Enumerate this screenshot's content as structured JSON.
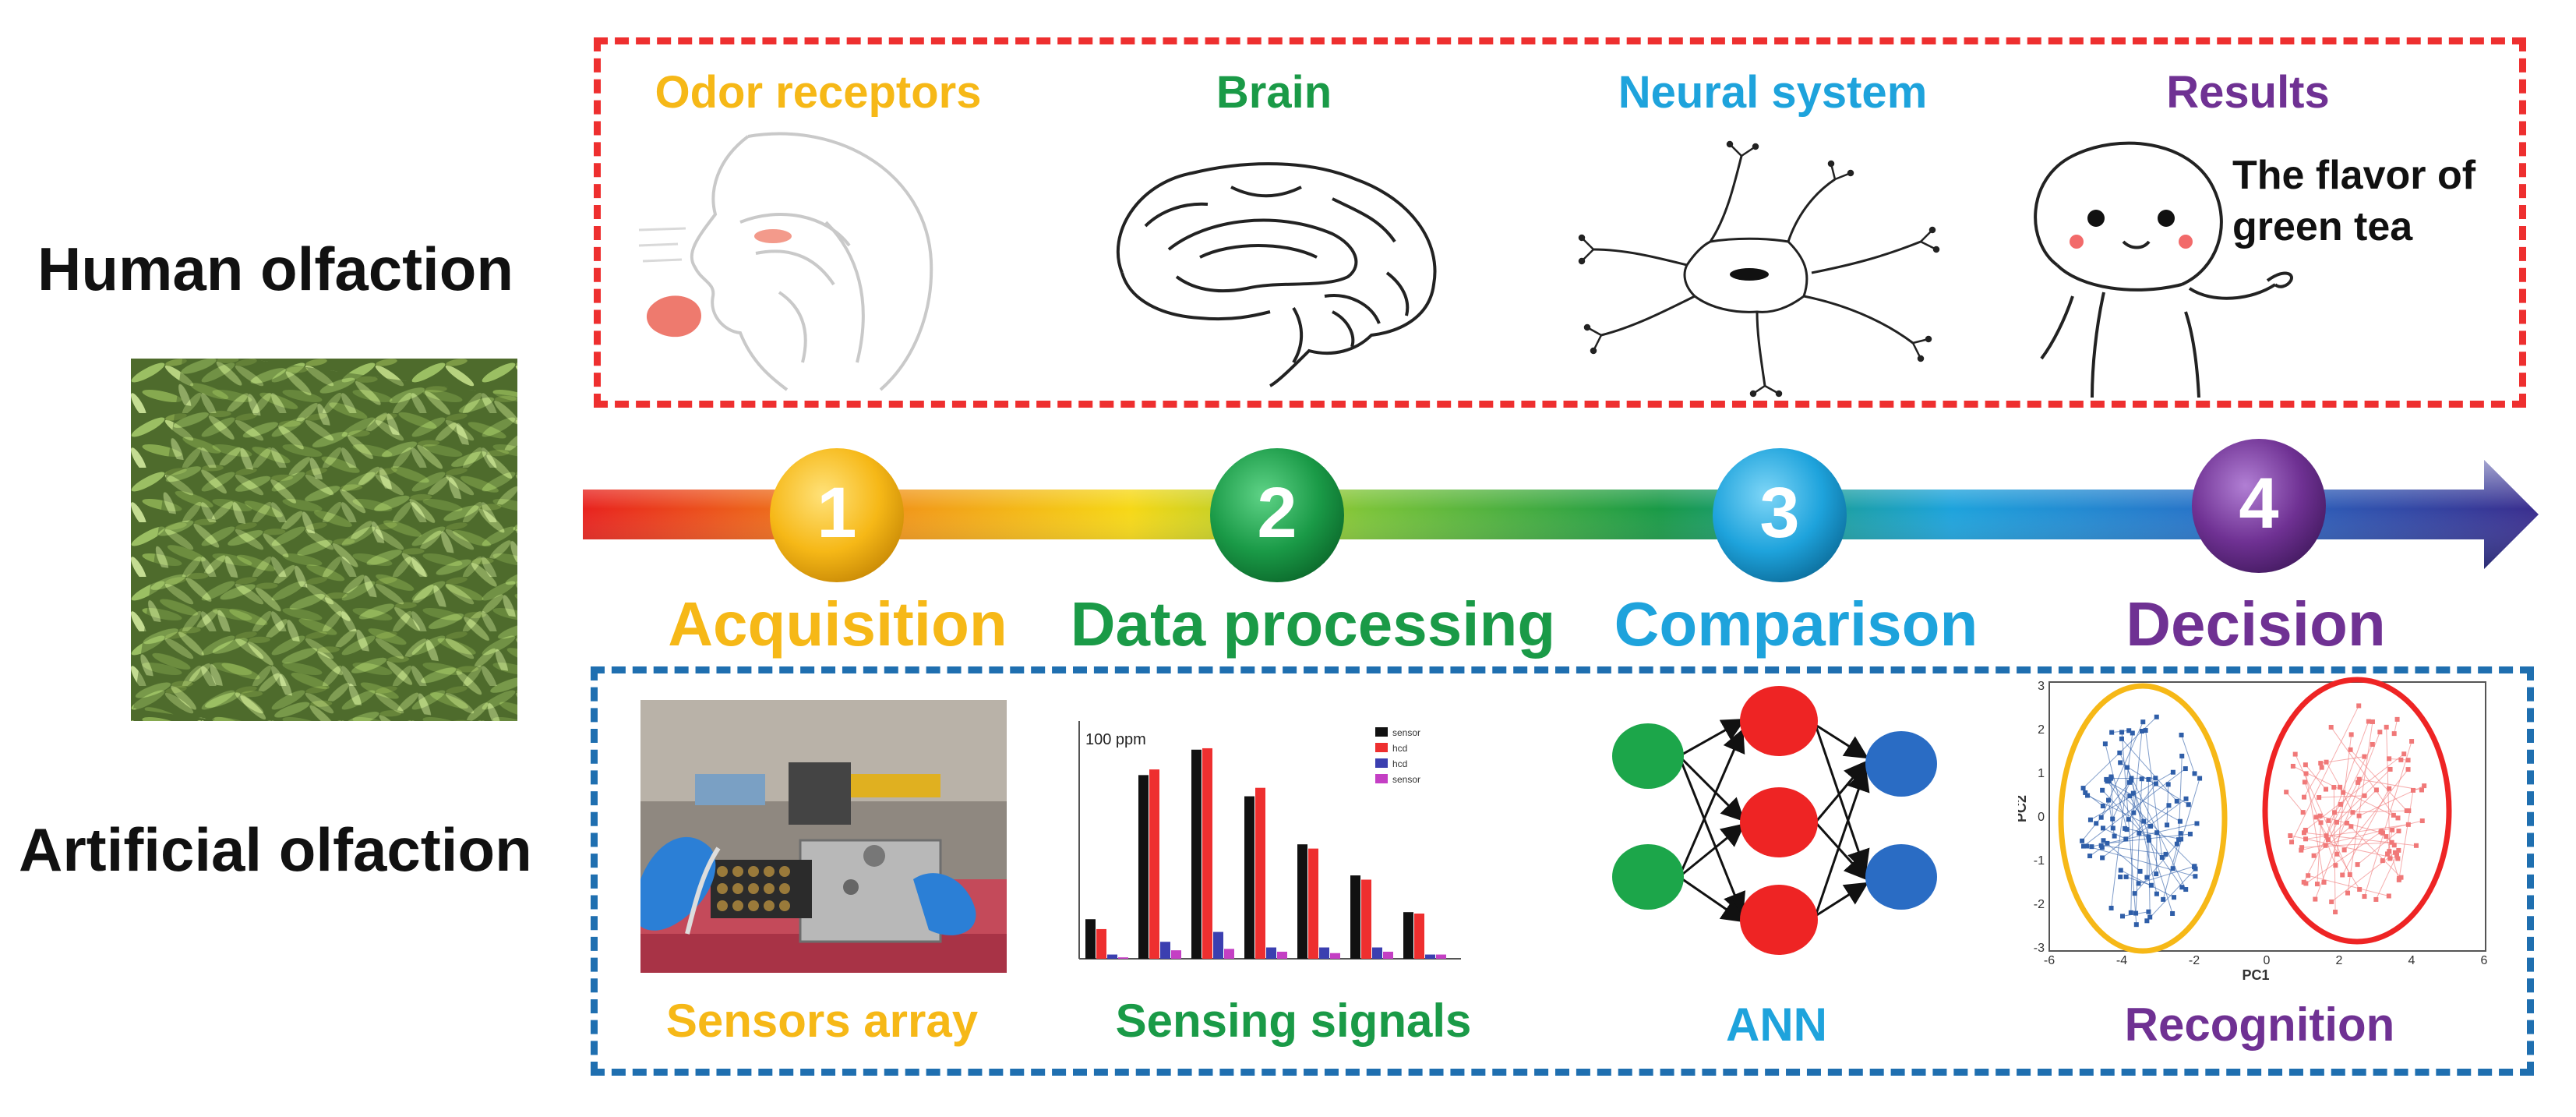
{
  "rows": {
    "human": "Human olfaction",
    "artificial": "Artificial olfaction"
  },
  "human_panel": {
    "items": [
      {
        "label": "Odor receptors",
        "color": "#f6b817"
      },
      {
        "label": "Brain",
        "color": "#1a9a47"
      },
      {
        "label": "Neural system",
        "color": "#1ea3dc"
      },
      {
        "label": "Results",
        "color": "#6f3193"
      }
    ],
    "speech": [
      "The flavor of",
      "green tea"
    ],
    "border_color": "#ee2f2f"
  },
  "steps": [
    {
      "number": "1",
      "label": "Acquisition",
      "color": "#f6b817"
    },
    {
      "number": "2",
      "label": "Data processing",
      "color": "#1a9a47"
    },
    {
      "number": "3",
      "label": "Comparison",
      "color": "#1ea3dc"
    },
    {
      "number": "4",
      "label": "Decision",
      "color": "#6f3193"
    }
  ],
  "artificial_panel": {
    "items": [
      {
        "label": "Sensors array",
        "color": "#f6b817"
      },
      {
        "label": "Sensing signals",
        "color": "#1a9a47"
      },
      {
        "label": "ANN",
        "color": "#1ea3dc"
      },
      {
        "label": "Recognition",
        "color": "#6f3193"
      }
    ],
    "border_color": "#1f6fb0"
  },
  "bar_chart": {
    "header": "100 ppm",
    "legend": [
      "sensor",
      "hcd",
      "hcd",
      "sensor"
    ],
    "series_colors": [
      "#111111",
      "#ee2f2f",
      "#3b3fb0",
      "#c43fc4"
    ],
    "groups": [
      [
        2.8,
        2.1,
        0.3,
        0.1
      ],
      [
        13.0,
        13.4,
        1.2,
        0.6
      ],
      [
        14.8,
        14.9,
        1.9,
        0.7
      ],
      [
        11.5,
        12.1,
        0.8,
        0.5
      ],
      [
        8.1,
        7.8,
        0.8,
        0.4
      ],
      [
        5.9,
        5.6,
        0.8,
        0.5
      ],
      [
        3.3,
        3.2,
        0.3,
        0.3
      ]
    ],
    "max": 16
  },
  "pca": {
    "xlabel": "PC1",
    "ylabel": "PC2",
    "xticks": [
      "-6",
      "-4",
      "-2",
      "0",
      "2",
      "4",
      "6"
    ],
    "yticks": [
      "3",
      "2",
      "1",
      "0",
      "-1",
      "-2",
      "-3"
    ],
    "ellipse_colors": [
      "#f6b817",
      "#ee2f2f"
    ],
    "point_colors": [
      "#2f5ea8",
      "#f07878"
    ]
  }
}
